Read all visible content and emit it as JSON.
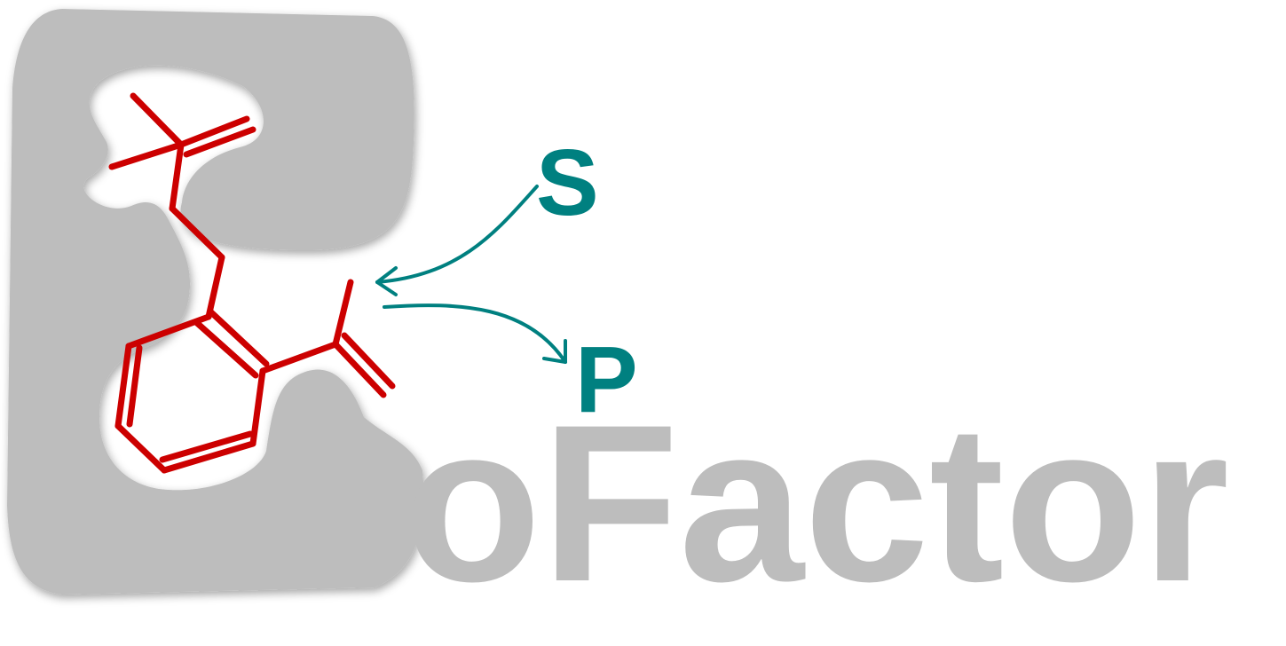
{
  "logo": {
    "wordmark": "oFactor",
    "substrate_label": "S",
    "product_label": "P"
  },
  "colors": {
    "protein_gray": "#bdbdbd",
    "molecule_red": "#cc0000",
    "accent_teal": "#008080",
    "background": "#ffffff"
  }
}
